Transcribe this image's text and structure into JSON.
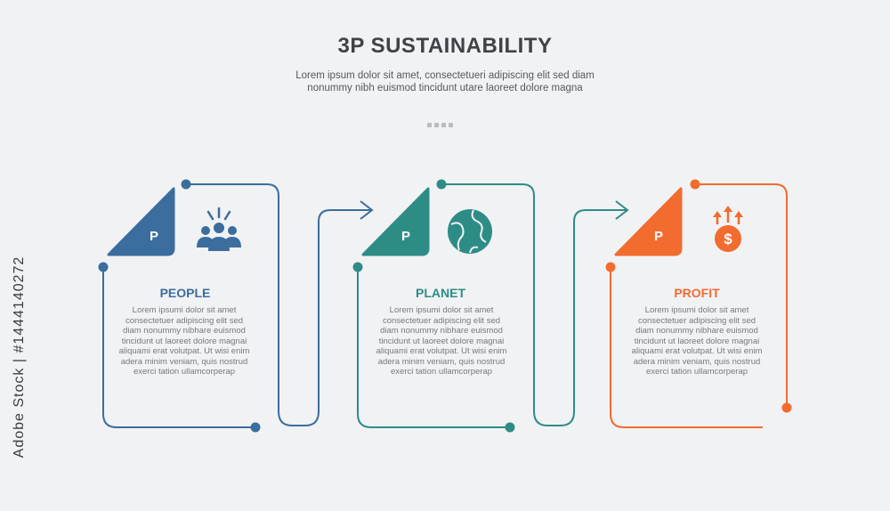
{
  "header": {
    "title": "3P SUSTAINABILITY",
    "subtitle": "Lorem ipsum dolor sit amet, consectetueri adipiscing elit sed diam nonummy nibh euismod tincidunt utare laoreet dolore magna"
  },
  "colors": {
    "people": "#3b6d9e",
    "planet": "#2e8c86",
    "profit": "#f26b2f",
    "background": "#f1f2f4"
  },
  "cards": [
    {
      "id": "people",
      "badge": "P",
      "title": "PEOPLE",
      "icon": "people-group-icon",
      "text": "Lorem ipsumi dolor sit amet consectetuer adipiscing elit sed diam nonummy nibhare euismod tincidunt ut laoreet dolore magnai aliquami erat volutpat. Ut wisi enim adera minim veniam, quis nostrud exerci tation ullamcorperap"
    },
    {
      "id": "planet",
      "badge": "P",
      "title": "PLANET",
      "icon": "globe-icon",
      "text": "Lorem ipsumi dolor sit amet consectetuer adipiscing elit sed diam nonummy nibhare euismod tincidunt ut laoreet dolore magnai aliquami erat volutpat. Ut wisi enim adera minim veniam, quis nostrud exerci tation ullamcorperap"
    },
    {
      "id": "profit",
      "badge": "P",
      "title": "PROFIT",
      "icon": "dollar-growth-icon",
      "text": "Lorem ipsumi dolor sit amet consectetuer adipiscing elit sed diam nonummy nibhare euismod tincidunt ut laoreet dolore magnai aliquami erat volutpat. Ut wisi enim adera minim veniam, quis nostrud exerci tation ullamcorperap"
    }
  ],
  "watermark": "Adobe Stock | #1444140272"
}
